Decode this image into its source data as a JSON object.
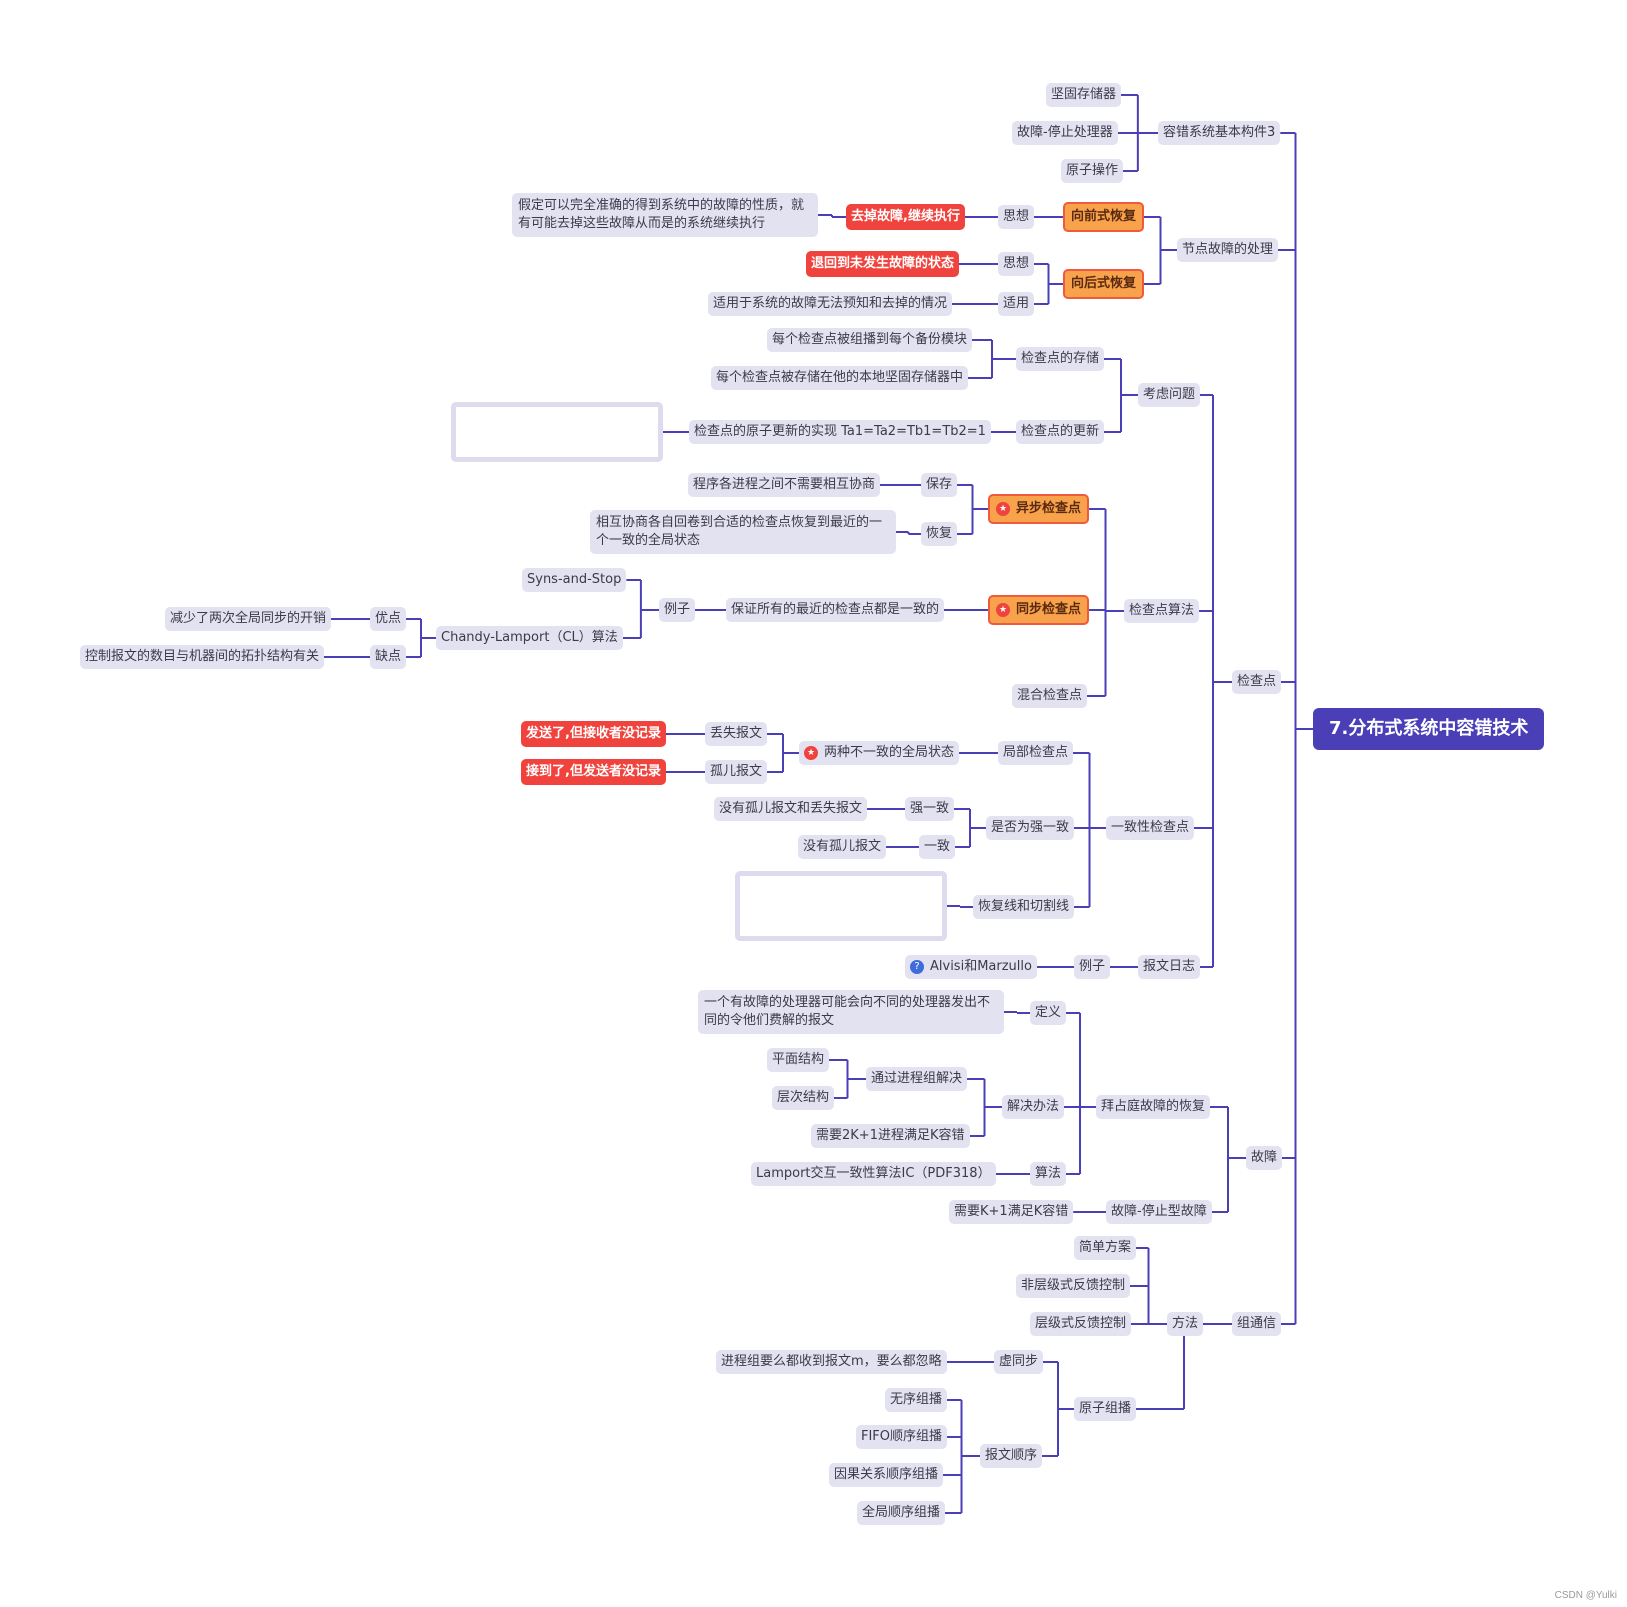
{
  "root": "7.分布式系统中容错技术",
  "colors": {
    "line": "#4b3fb8",
    "node": "#e3e2f1",
    "root": "#4b3fb8",
    "orange": "#f9a24c",
    "red": "#f0433d"
  },
  "branches": {
    "basic": {
      "label": "容错系统基本构件3",
      "items": [
        "坚固存储器",
        "故障-停止处理器",
        "原子操作"
      ]
    },
    "node_fault": {
      "label": "节点故障的处理",
      "forward": {
        "label": "向前式恢复",
        "idea": "思想",
        "idea_value": "去掉故障,继续执行",
        "note": "假定可以完全准确的得到系统中的故障的性质，就有可能去掉这些故障从而是的系统继续执行"
      },
      "backward": {
        "label": "向后式恢复",
        "idea": "思想",
        "idea_value": "退回到未发生故障的状态",
        "apply": "适用",
        "apply_value": "适用于系统的故障无法预知和去掉的情况"
      }
    },
    "checkpoint": {
      "label": "检查点",
      "consider": {
        "label": "考虑问题",
        "storage": {
          "label": "检查点的存储",
          "items": [
            "每个检查点被组播到每个备份模块",
            "每个检查点被存储在他的本地坚固存储器中"
          ]
        },
        "update": {
          "label": "检查点的更新",
          "value": "检查点的原子更新的实现 Ta1=Ta2=Tb1=Tb2=1"
        }
      },
      "algorithm": {
        "label": "检查点算法",
        "async": {
          "label": "异步检查点",
          "save": "保存",
          "save_value": "程序各进程之间不需要相互协商",
          "recover": "恢复",
          "recover_value": "相互协商各自回卷到合适的检查点恢复到最近的一个一致的全局状态"
        },
        "sync": {
          "label": "同步检查点",
          "value": "保证所有的最近的检查点都是一致的",
          "example": "例子",
          "examples": [
            "Syns-and-Stop",
            "Chandy-Lamport（CL）算法"
          ],
          "pro": "优点",
          "pro_value": "减少了两次全局同步的开销",
          "con": "缺点",
          "con_value": "控制报文的数目与机器间的拓扑结构有关"
        },
        "mixed": "混合检查点"
      },
      "consistent": {
        "label": "一致性检查点",
        "local": {
          "label": "局部检查点",
          "value": "两种不一致的全局状态",
          "lost": "丢失报文",
          "lost_value": "发送了,但接收者没记录",
          "orphan": "孤儿报文",
          "orphan_value": "接到了,但发送者没记录"
        },
        "strong": {
          "label": "是否为强一致",
          "strong": "强一致",
          "strong_value": "没有孤儿报文和丢失报文",
          "weak": "一致",
          "weak_value": "没有孤儿报文"
        },
        "cut": "恢复线和切割线"
      },
      "log": {
        "label": "报文日志",
        "example": "例子",
        "value": "Alvisi和Marzullo"
      }
    },
    "fault": {
      "label": "故障",
      "byz": {
        "label": "拜占庭故障的恢复",
        "def": "定义",
        "def_value": "一个有故障的处理器可能会向不同的处理器发出不同的令他们费解的报文",
        "solve": "解决办法",
        "group": "通过进程组解决",
        "flat": "平面结构",
        "tree": "层次结构",
        "need": "需要2K+1进程满足K容错",
        "algo": "算法",
        "algo_value": "Lamport交互一致性算法IC（PDF318）"
      },
      "stop": {
        "label": "故障-停止型故障",
        "value": "需要K+1满足K容错"
      }
    },
    "group_comm": {
      "label": "组通信",
      "method": {
        "label": "方法",
        "items": [
          "简单方案",
          "非层级式反馈控制",
          "层级式反馈控制"
        ]
      },
      "atomic": {
        "label": "原子组播",
        "virtual": "虚同步",
        "virtual_value": "进程组要么都收到报文m，要么都忽略",
        "order": "报文顺序",
        "orders": [
          "无序组播",
          "FIFO顺序组播",
          "因果关系顺序组播",
          "全局顺序组播"
        ]
      }
    }
  },
  "credit": "CSDN @Yulki"
}
